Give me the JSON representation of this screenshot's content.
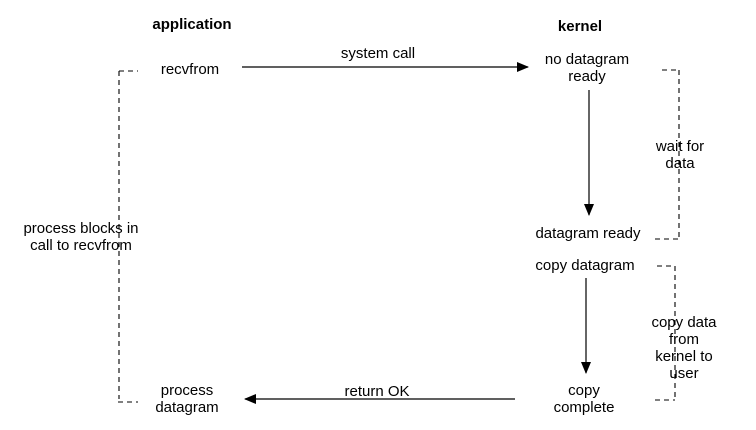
{
  "headers": {
    "application": "application",
    "kernel": "kernel"
  },
  "application_lane": {
    "recvfrom": "recvfrom",
    "process_blocks": "process blocks in\ncall to recvfrom",
    "process_datagram": "process\ndatagram"
  },
  "kernel_lane": {
    "no_datagram_ready": "no datagram\nready",
    "datagram_ready": "datagram ready",
    "copy_datagram": "copy datagram",
    "copy_complete": "copy\ncomplete"
  },
  "arrows": {
    "system_call": "system call",
    "return_ok": "return OK"
  },
  "annotations": {
    "wait_for_data": "wait for\ndata",
    "copy_data": "copy data from\nkernel to user"
  },
  "colors": {
    "ink": "#000000",
    "background": "#ffffff"
  }
}
